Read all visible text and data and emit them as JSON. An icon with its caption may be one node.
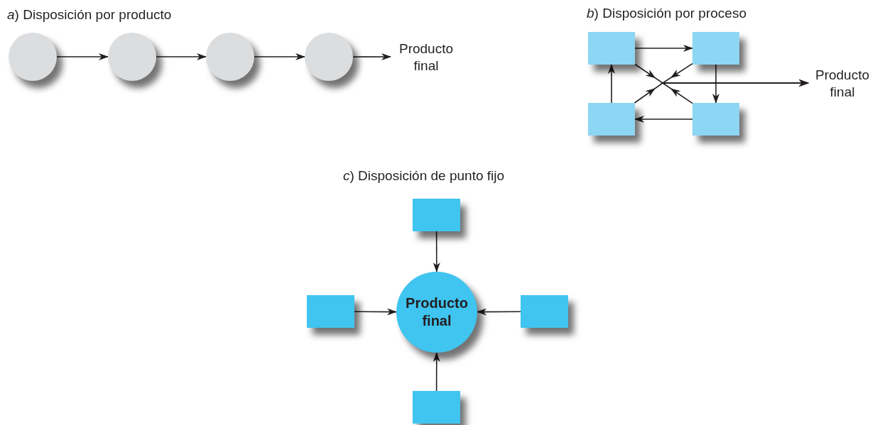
{
  "diagram": {
    "nodes": [
      {
        "text": [],
        "shape": "circle"
      },
      {
        "text": [],
        "shape": "circle"
      },
      {
        "text": [],
        "shape": "circle"
      },
      {
        "text": [],
        "shape": "circle"
      },
      {
        "text": [
          "Producto final"
        ]
      },
      {
        "text": [],
        "shape": "box"
      },
      {
        "text": [],
        "shape": "box"
      },
      {
        "text": [],
        "shape": "box"
      },
      {
        "text": [],
        "shape": "box"
      },
      {
        "text": [
          "Producto final"
        ]
      },
      {
        "text": [],
        "shape": "box"
      },
      {
        "text": [],
        "shape": "box"
      },
      {
        "text": [
          "Producto final"
        ]
      },
      {
        "text": [],
        "shape": "box"
      },
      {
        "text": [],
        "shape": "box"
      }
    ],
    "edges": [
      {
        "from": 0,
        "to": 1,
        "arrow": "to"
      },
      {
        "from": 1,
        "to": 2,
        "arrow": "to"
      },
      {
        "from": 2,
        "to": 3,
        "arrow": "to"
      },
      {
        "from": 3,
        "to": 4,
        "arrow": "to"
      },
      {
        "from": 5,
        "to": 6,
        "arrow": "to"
      },
      {
        "from": 6,
        "to": 8,
        "arrow": "to"
      },
      {
        "from": 8,
        "to": 7,
        "arrow": "to"
      },
      {
        "from": 7,
        "to": 5,
        "arrow": "to"
      },
      {
        "from": 5,
        "to": 9,
        "arrow": "to"
      },
      {
        "from": 6,
        "to": 9,
        "arrow": "to"
      },
      {
        "from": 7,
        "to": 9,
        "arrow": "to"
      },
      {
        "from": 8,
        "to": 9,
        "arrow": "to"
      },
      {
        "from": 10,
        "to": 12,
        "arrow": "to"
      },
      {
        "from": 11,
        "to": 12,
        "arrow": "to"
      },
      {
        "from": 13,
        "to": 12,
        "arrow": "to"
      },
      {
        "from": 14,
        "to": 12,
        "arrow": "to"
      }
    ],
    "labels": [
      "*a*) Disposición por producto",
      "*b*) Disposición por proceso",
      "*c*) Disposición de punto fijo"
    ]
  }
}
